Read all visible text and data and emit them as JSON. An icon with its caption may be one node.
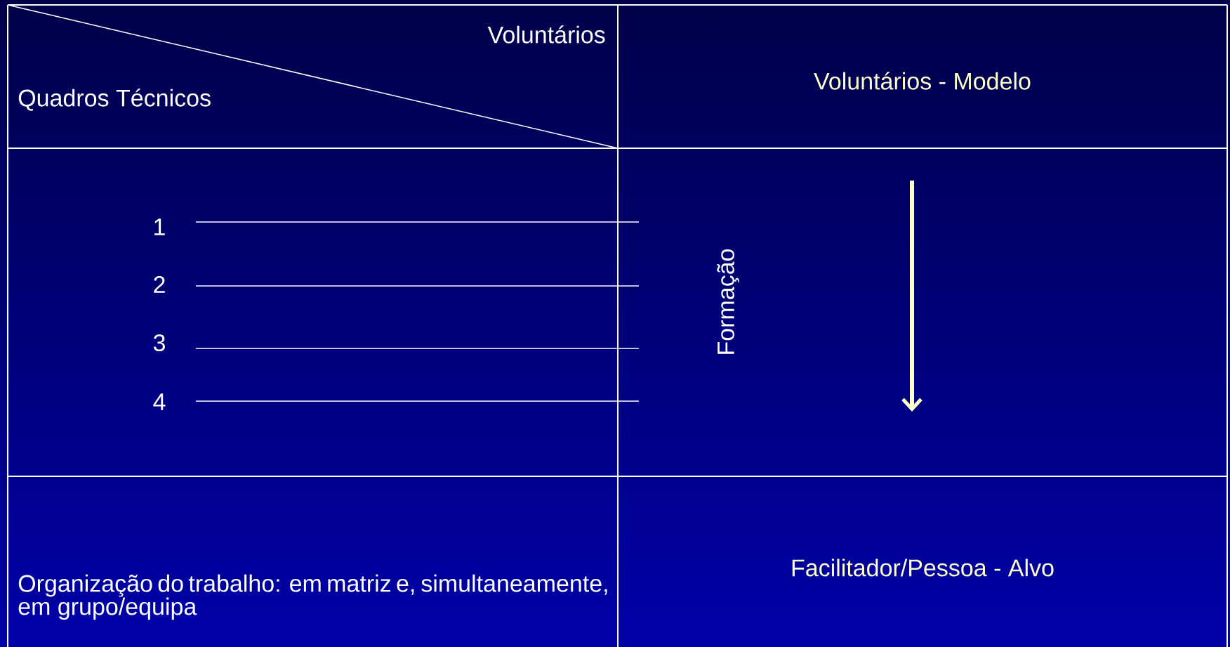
{
  "diagram": {
    "labels": [
      "Voluntários",
      "Quadros Técnicos",
      "Voluntários - Modelo",
      "1",
      "2",
      "3",
      "4",
      "Formação",
      "Organização do trabalho: em matriz e, simultaneamente, em grupo/equipa",
      "Facilitador/Pessoa - Alvo"
    ]
  }
}
